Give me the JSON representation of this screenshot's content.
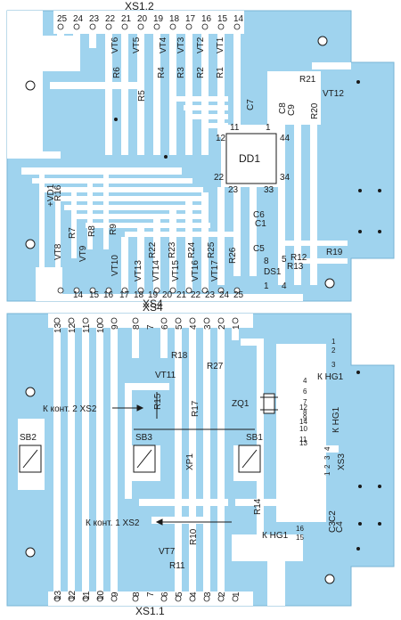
{
  "top_board": {
    "connector_top": "XS1.2",
    "connector_bottom": "XS4",
    "pins_top": [
      "25",
      "24",
      "23",
      "22",
      "21",
      "20",
      "19",
      "18",
      "17",
      "16",
      "15",
      "14"
    ],
    "pins_bottom": [
      "14",
      "15",
      "16",
      "17",
      "18",
      "19",
      "20",
      "21",
      "22",
      "23",
      "24",
      "25"
    ],
    "chip": "DD1",
    "chip_pins": [
      "12",
      "11",
      "1",
      "44",
      "22",
      "23",
      "33",
      "34"
    ],
    "transistors_top": [
      "VT6",
      "VT5",
      "VT4",
      "VT3",
      "VT2",
      "VT1"
    ],
    "resistors_top": [
      "R6",
      "R4",
      "R3",
      "R2",
      "R1"
    ],
    "labels": {
      "r5": "R5",
      "c7": "C7",
      "c8": "C8",
      "c9": "C9",
      "r21": "R21",
      "vt12": "VT12",
      "r20": "R20",
      "vd1": "+VD1",
      "r16": "R16",
      "vt8": "VT8",
      "r7": "R7",
      "r8": "R8",
      "vt9": "VT9",
      "r9": "R9",
      "vt10": "VT10",
      "c6": "C6",
      "c1": "C1",
      "c5": "C5",
      "r12": "R12",
      "r13": "R13",
      "r19": "R19",
      "ds1": "DS1",
      "p8": "8",
      "p5": "5",
      "p1": "1",
      "p4": "4",
      "vt13": "VT13",
      "r22": "R22",
      "vt14": "VT14",
      "r23": "R23",
      "vt15": "VT15",
      "r24": "R24",
      "vt16": "VT16",
      "r25": "R25",
      "vt17": "VT17",
      "r26": "R26"
    }
  },
  "bottom_board": {
    "connector_top": "XS4",
    "connector_bottom": "XS1.1",
    "pins_top": [
      "13",
      "12",
      "11",
      "10",
      "9",
      "8",
      "7",
      "6",
      "5",
      "4",
      "3",
      "2",
      "1"
    ],
    "pins_bottom": [
      "13",
      "12",
      "11",
      "10",
      "9",
      "8",
      "7",
      "6",
      "5",
      "4",
      "3",
      "2",
      "1"
    ],
    "labels": {
      "r18": "R18",
      "r27": "R27",
      "vt11": "VT11",
      "r15": "R15",
      "r17": "R17",
      "zq1": "ZQ1",
      "hg1_a": "К HG1",
      "hg1_b": "К HG1",
      "hg1_c": "К HG1",
      "cont2": "К конт. 2 XS2",
      "cont1": "К конт. 1 XS2",
      "sb2": "SB2",
      "sb3": "SB3",
      "sb1": "SB1",
      "xp1": "XP1",
      "r14": "R14",
      "r10": "R10",
      "vt7": "VT7",
      "r11": "R11",
      "xs3": "XS3",
      "c2": "C2",
      "c3": "C3",
      "c4": "C4",
      "hg_pins": [
        "1",
        "2",
        "3",
        "4",
        "6",
        "7",
        "8",
        "9",
        "10",
        "11",
        "12",
        "13",
        "14",
        "15",
        "16"
      ],
      "xs3_pins": [
        "4",
        "3",
        "1",
        "2"
      ]
    }
  },
  "colors": {
    "board": "#9fd3ee",
    "track": "#ffffff",
    "pad": "#ffffff",
    "hole": "#1a1a1a",
    "text": "#1a1a1a"
  }
}
